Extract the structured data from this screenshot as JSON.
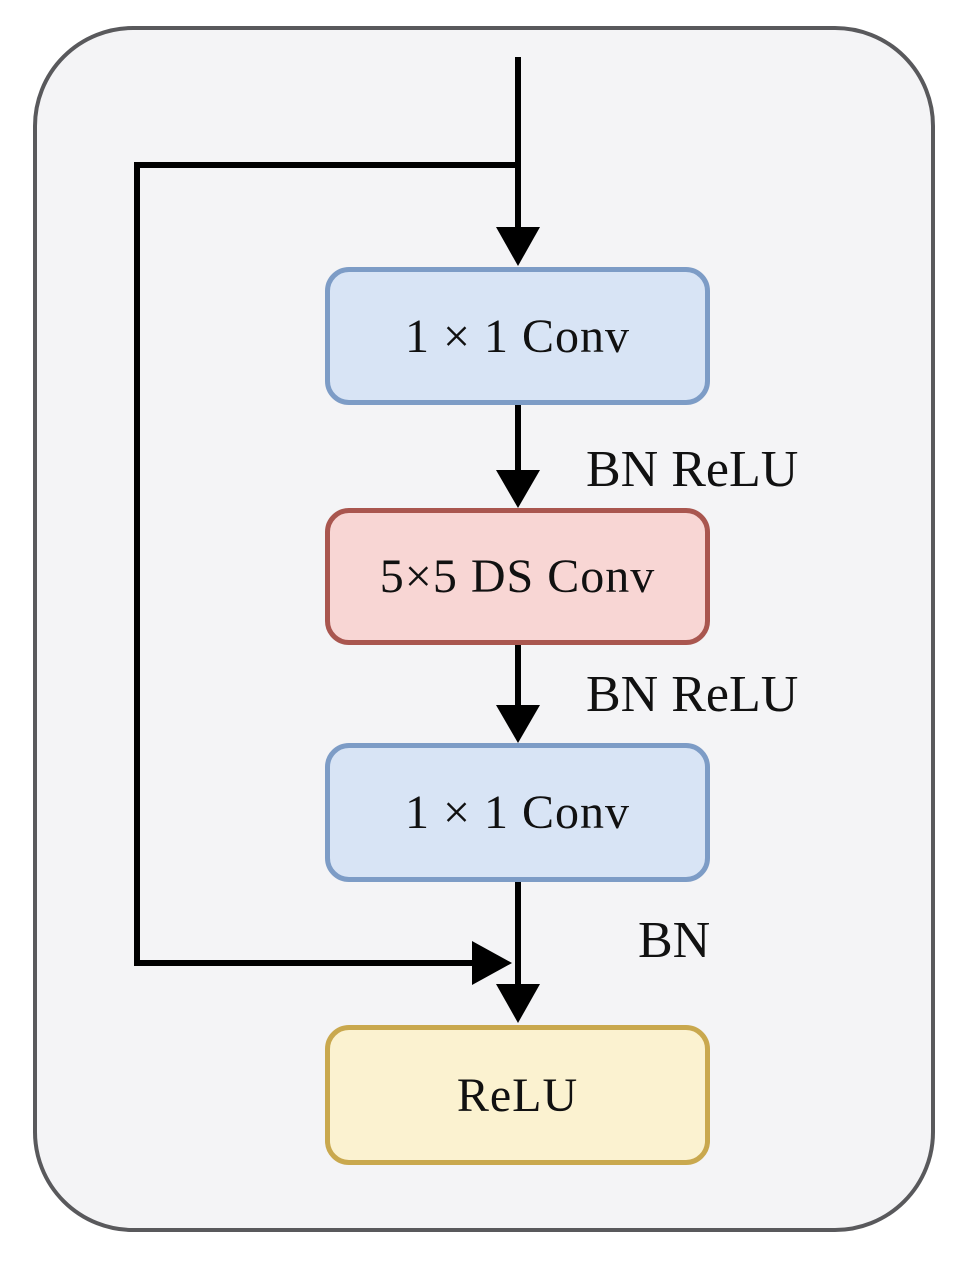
{
  "diagram": {
    "type": "flow-block",
    "description": "Bottleneck residual block with depthwise-separable convolution",
    "nodes": [
      {
        "id": "conv1",
        "label": "1 × 1 Conv",
        "fill": "#d8e4f5",
        "border": "#7d9cc6"
      },
      {
        "id": "dsconv",
        "label": "5×5 DS Conv",
        "fill": "#f8d6d4",
        "border": "#a9564f"
      },
      {
        "id": "conv2",
        "label": "1 × 1 Conv",
        "fill": "#d8e4f5",
        "border": "#7d9cc6"
      },
      {
        "id": "relu",
        "label": "ReLU",
        "fill": "#fbf2d0",
        "border": "#c9a84e"
      }
    ],
    "edge_labels": [
      {
        "id": "bn-relu-1",
        "text": "BN ReLU"
      },
      {
        "id": "bn-relu-2",
        "text": "BN ReLU"
      },
      {
        "id": "bn",
        "text": "BN"
      }
    ],
    "edges": [
      {
        "from": "input",
        "to": "conv1",
        "label": ""
      },
      {
        "from": "conv1",
        "to": "dsconv",
        "label": "BN ReLU"
      },
      {
        "from": "dsconv",
        "to": "conv2",
        "label": "BN ReLU"
      },
      {
        "from": "conv2",
        "to": "relu",
        "label": "BN"
      },
      {
        "from": "input",
        "to": "relu",
        "label": "",
        "kind": "skip-connection"
      }
    ],
    "colors": {
      "outline_border": "#59595c",
      "outline_fill": "#f4f4f6",
      "arrow": "#000000",
      "text": "#111111"
    }
  }
}
